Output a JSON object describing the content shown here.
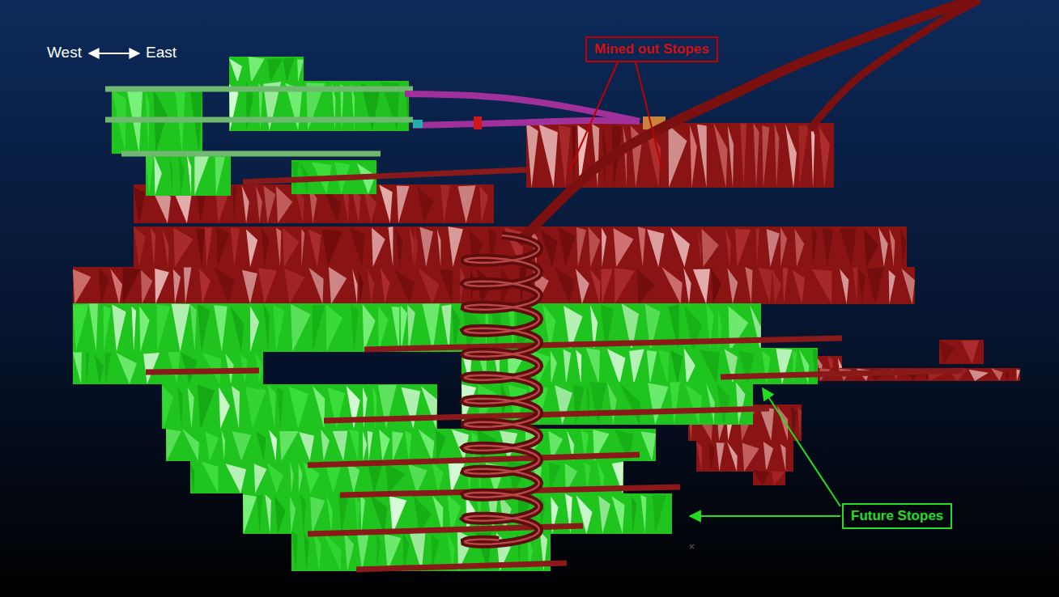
{
  "diagram": {
    "nodes": [
      {
        "text": [
          "Mined out Stopes"
        ]
      },
      {
        "text": [
          "Future Stopes"
        ]
      }
    ],
    "labels": [
      "West",
      "East"
    ]
  }
}
